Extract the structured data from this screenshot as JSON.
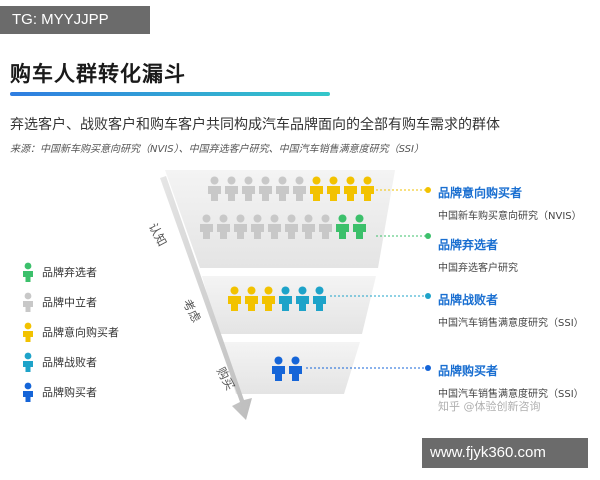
{
  "tag": "TG: MYYJJPP",
  "title": "购车人群转化漏斗",
  "subtitle": "弃选客户、战败客户和购车客户共同构成汽车品牌面向的全部有购车需求的群体",
  "source": "来源：中国新车购买意向研究（NVIS）、中国弃选客户研究、中国汽车销售满意度研究（SSI）",
  "stages": {
    "awareness": "认知",
    "consideration": "考虑",
    "purchase": "购买"
  },
  "legend": [
    {
      "label": "品牌弃选者",
      "color": "#3cc06b"
    },
    {
      "label": "品牌中立者",
      "color": "#c8c8c8"
    },
    {
      "label": "品牌意向购买者",
      "color": "#f2c200"
    },
    {
      "label": "品牌战败者",
      "color": "#1ea3c9"
    },
    {
      "label": "品牌购买者",
      "color": "#1565d8"
    }
  ],
  "annotations": [
    {
      "title": "品牌意向购买者",
      "source": "中国新车购买意向研究（NVIS）",
      "color": "#f2c200"
    },
    {
      "title": "品牌弃选者",
      "source": "中国弃选客户研究",
      "color": "#3cc06b"
    },
    {
      "title": "品牌战败者",
      "source": "中国汽车销售满意度研究（SSI）",
      "color": "#1ea3c9"
    },
    {
      "title": "品牌购买者",
      "source": "中国汽车销售满意度研究（SSI）",
      "color": "#1565d8"
    }
  ],
  "watermark": "知乎 @体验创新咨询",
  "url": "www.fjyk360.com"
}
